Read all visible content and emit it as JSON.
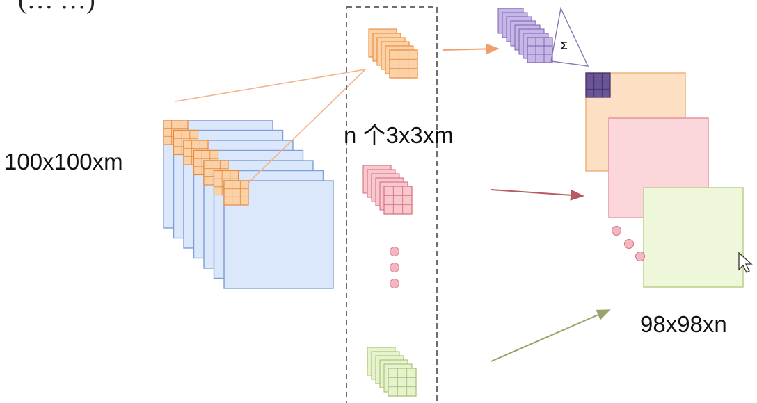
{
  "labels": {
    "input_size": "100x100xm",
    "kernels": "n 个3x3xm",
    "output_size": "98x98xn",
    "sum_symbol": "Σ",
    "top_cut_text": "(…       …)",
    "bottom_cut_text": ""
  },
  "colors": {
    "input_fill": "#dbe7fb",
    "input_stroke": "#7f9fd6",
    "orange_fill": "#fbd2a8",
    "orange_stroke": "#e98a3c",
    "red_fill": "#f7c9cf",
    "red_stroke": "#d9707e",
    "green_fill": "#e7f2cf",
    "green_stroke": "#a6c16e",
    "purple_fill": "#c7b7e6",
    "purple_stroke": "#7a62b1",
    "purple_dark": "#6a5596",
    "dashed_box": "#6e6e6e",
    "dot_fill": "#f3b7c1"
  },
  "icons": {
    "cursor": "mouse-pointer-icon"
  }
}
